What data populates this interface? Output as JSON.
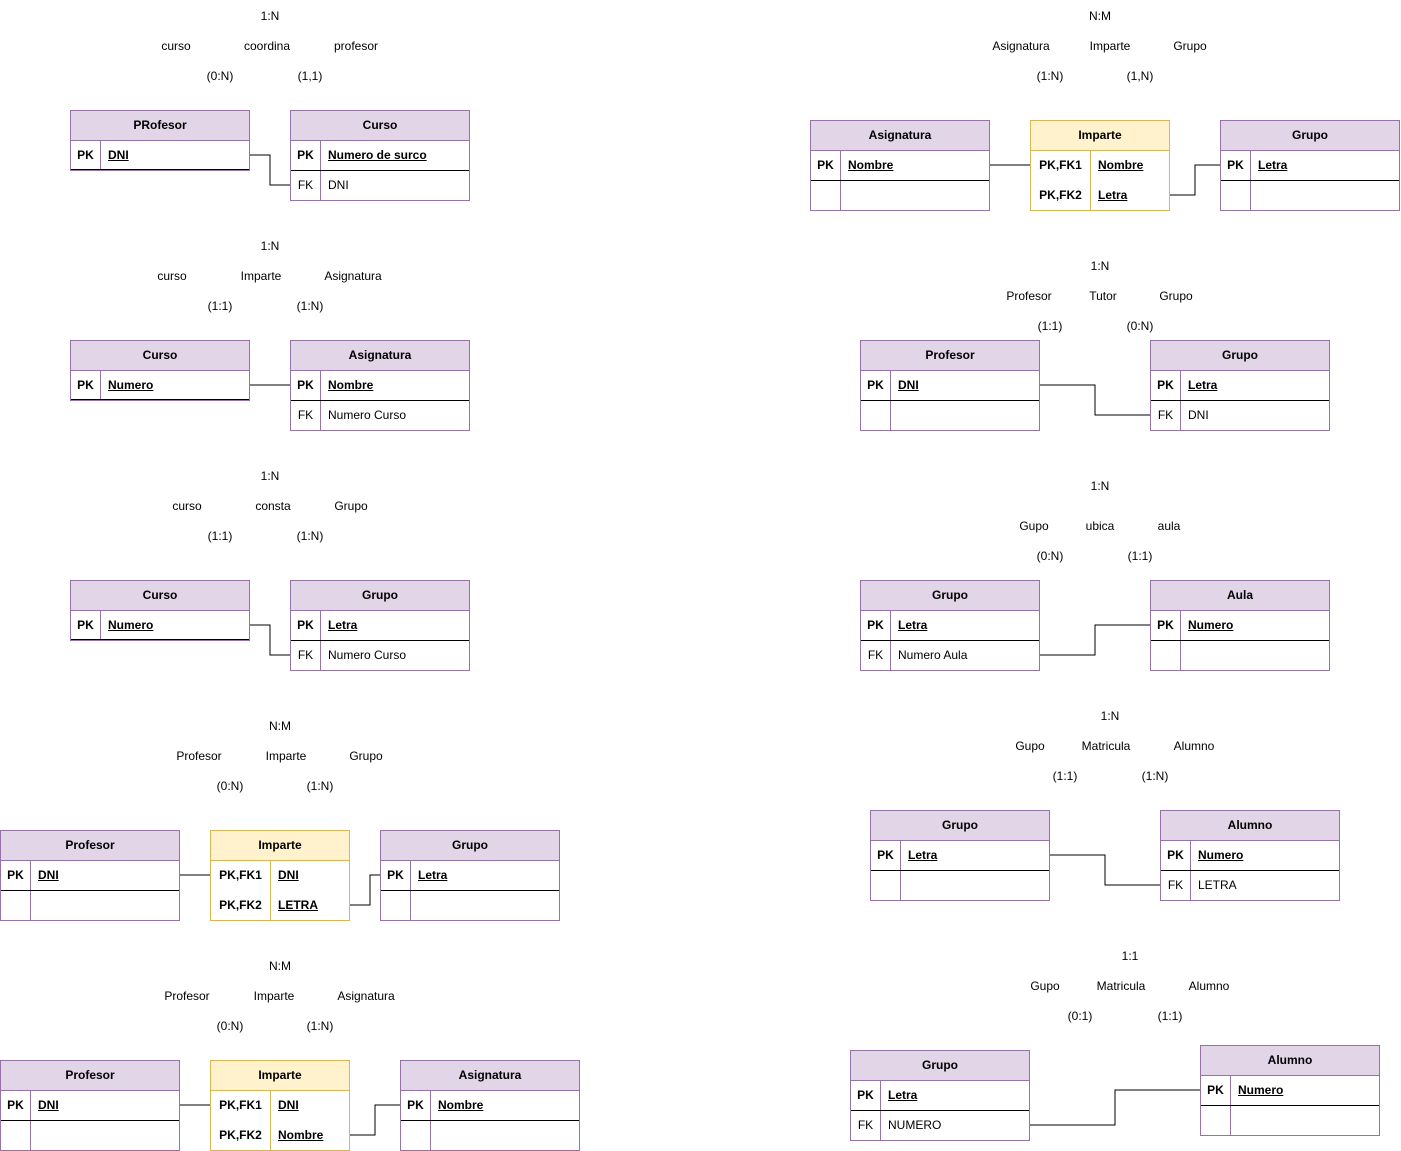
{
  "diagrams": [
    {
      "cardinality": "1:N",
      "left_role": "curso",
      "relation": "coordina",
      "right_role": "profesor",
      "left_card": "(0:N)",
      "right_card": "(1,1)",
      "entities": [
        {
          "name": "PRofesor",
          "rows": [
            {
              "key": "PK",
              "field": "DNI"
            }
          ]
        },
        {
          "name": "Curso",
          "rows": [
            {
              "key": "PK",
              "field": "Numero de surco"
            },
            {
              "key": "FK",
              "field": "DNI"
            }
          ]
        }
      ]
    },
    {
      "cardinality": "1:N",
      "left_role": "curso",
      "relation": "Imparte",
      "right_role": "Asignatura",
      "left_card": "(1:1)",
      "right_card": "(1:N)",
      "entities": [
        {
          "name": "Curso",
          "rows": [
            {
              "key": "PK",
              "field": "Numero"
            }
          ]
        },
        {
          "name": "Asignatura",
          "rows": [
            {
              "key": "PK",
              "field": "Nombre"
            },
            {
              "key": "FK",
              "field": "Numero Curso"
            }
          ]
        }
      ]
    },
    {
      "cardinality": "1:N",
      "left_role": "curso",
      "relation": "consta",
      "right_role": "Grupo",
      "left_card": "(1:1)",
      "right_card": "(1:N)",
      "entities": [
        {
          "name": "Curso",
          "rows": [
            {
              "key": "PK",
              "field": "Numero"
            }
          ]
        },
        {
          "name": "Grupo",
          "rows": [
            {
              "key": "PK",
              "field": "Letra"
            },
            {
              "key": "FK",
              "field": "Numero Curso"
            }
          ]
        }
      ]
    },
    {
      "cardinality": "N:M",
      "left_role": "Profesor",
      "relation": "Imparte",
      "right_role": "Grupo",
      "left_card": "(0:N)",
      "right_card": "(1:N)",
      "entities": [
        {
          "name": "Profesor",
          "rows": [
            {
              "key": "PK",
              "field": "DNI"
            },
            {
              "key": "",
              "field": ""
            }
          ]
        },
        {
          "name": "Imparte",
          "rows": [
            {
              "key": "PK,FK1",
              "field": "DNI"
            },
            {
              "key": "PK,FK2",
              "field": "LETRA"
            }
          ]
        },
        {
          "name": "Grupo",
          "rows": [
            {
              "key": "PK",
              "field": "Letra"
            },
            {
              "key": "",
              "field": ""
            }
          ]
        }
      ]
    },
    {
      "cardinality": "N:M",
      "left_role": "Profesor",
      "relation": "Imparte",
      "right_role": "Asignatura",
      "left_card": "(0:N)",
      "right_card": "(1:N)",
      "entities": [
        {
          "name": "Profesor",
          "rows": [
            {
              "key": "PK",
              "field": "DNI"
            },
            {
              "key": "",
              "field": ""
            }
          ]
        },
        {
          "name": "Imparte",
          "rows": [
            {
              "key": "PK,FK1",
              "field": "DNI"
            },
            {
              "key": "PK,FK2",
              "field": "Nombre"
            }
          ]
        },
        {
          "name": "Asignatura",
          "rows": [
            {
              "key": "PK",
              "field": "Nombre"
            },
            {
              "key": "",
              "field": ""
            }
          ]
        }
      ]
    },
    {
      "cardinality": "N:M",
      "left_role": "Asignatura",
      "relation": "Imparte",
      "right_role": "Grupo",
      "left_card": "(1:N)",
      "right_card": "(1,N)",
      "entities": [
        {
          "name": "Asignatura",
          "rows": [
            {
              "key": "PK",
              "field": "Nombre"
            },
            {
              "key": "",
              "field": ""
            }
          ]
        },
        {
          "name": "Imparte",
          "rows": [
            {
              "key": "PK,FK1",
              "field": "Nombre"
            },
            {
              "key": "PK,FK2",
              "field": "Letra"
            }
          ]
        },
        {
          "name": "Grupo",
          "rows": [
            {
              "key": "PK",
              "field": "Letra"
            },
            {
              "key": "",
              "field": ""
            }
          ]
        }
      ]
    },
    {
      "cardinality": "1:N",
      "left_role": "Profesor",
      "relation": "Tutor",
      "right_role": "Grupo",
      "left_card": "(1:1)",
      "right_card": "(0:N)",
      "entities": [
        {
          "name": "Profesor",
          "rows": [
            {
              "key": "PK",
              "field": "DNI"
            },
            {
              "key": "",
              "field": ""
            }
          ]
        },
        {
          "name": "Grupo",
          "rows": [
            {
              "key": "PK",
              "field": "Letra"
            },
            {
              "key": "FK",
              "field": "DNI"
            }
          ]
        }
      ]
    },
    {
      "cardinality": "1:N",
      "left_role": "Gupo",
      "relation": "ubica",
      "right_role": "aula",
      "left_card": "(0:N)",
      "right_card": "(1:1)",
      "entities": [
        {
          "name": "Grupo",
          "rows": [
            {
              "key": "PK",
              "field": "Letra"
            },
            {
              "key": "FK",
              "field": "Numero Aula"
            }
          ]
        },
        {
          "name": "Aula",
          "rows": [
            {
              "key": "PK",
              "field": "Numero"
            },
            {
              "key": "",
              "field": ""
            }
          ]
        }
      ]
    },
    {
      "cardinality": "1:N",
      "left_role": "Gupo",
      "relation": "Matricula",
      "right_role": "Alumno",
      "left_card": "(1:1)",
      "right_card": "(1:N)",
      "entities": [
        {
          "name": "Grupo",
          "rows": [
            {
              "key": "PK",
              "field": "Letra"
            },
            {
              "key": "",
              "field": ""
            }
          ]
        },
        {
          "name": "Alumno",
          "rows": [
            {
              "key": "PK",
              "field": "Numero"
            },
            {
              "key": "FK",
              "field": "LETRA"
            }
          ]
        }
      ]
    },
    {
      "cardinality": "1:1",
      "left_role": "Gupo",
      "relation": "Matricula",
      "right_role": "Alumno",
      "left_card": "(0:1)",
      "right_card": "(1:1)",
      "entities": [
        {
          "name": "Grupo",
          "rows": [
            {
              "key": "PK",
              "field": "Letra"
            },
            {
              "key": "FK",
              "field": "NUMERO"
            }
          ]
        },
        {
          "name": "Alumno",
          "rows": [
            {
              "key": "PK",
              "field": "Numero"
            },
            {
              "key": "",
              "field": ""
            }
          ]
        }
      ]
    }
  ]
}
